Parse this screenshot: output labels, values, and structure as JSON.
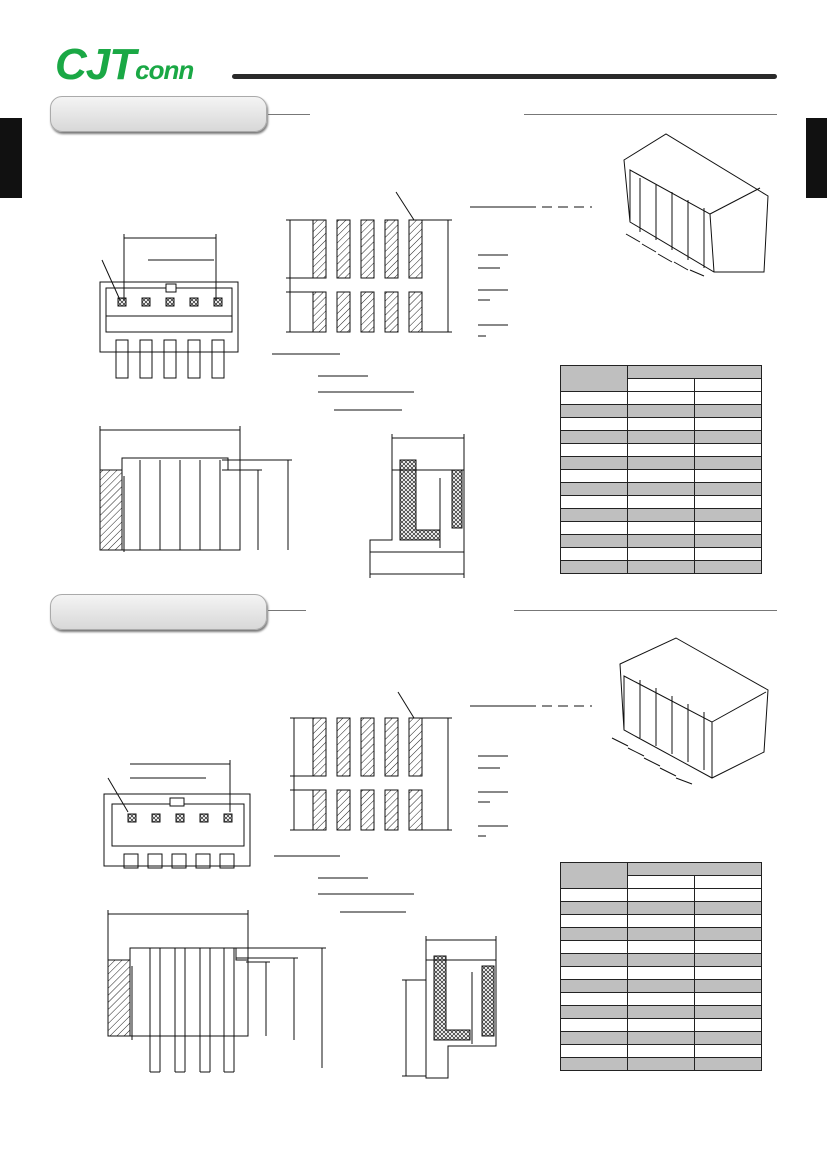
{
  "brand": {
    "logo_main": "CJT",
    "logo_sub": "conn",
    "color": "#1aa845"
  },
  "sections": [
    {
      "id": "upper",
      "tab_label": "",
      "table_rows": 14
    },
    {
      "id": "lower",
      "tab_label": "",
      "table_rows": 14
    }
  ]
}
